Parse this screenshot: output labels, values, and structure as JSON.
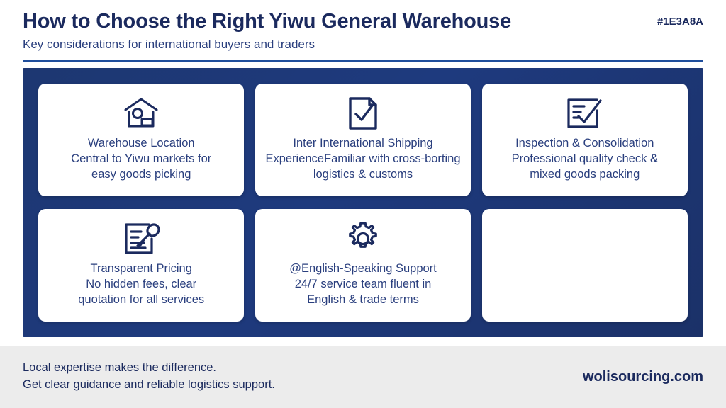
{
  "header": {
    "title": "How to Choose the Right Yiwu General Warehouse",
    "subtitle": "Key considerations for international buyers and traders",
    "color_code": "#1E3A8A",
    "rule_color": "#1F4E9C"
  },
  "theme": {
    "panel_blue": "#1E3A7E",
    "text_navy": "#1B2A5E",
    "card_text": "#2A3F7E",
    "footer_bg": "#ECECEC",
    "card_bg": "#FFFFFF"
  },
  "cards": [
    {
      "icon": "house-icon",
      "lines": [
        "Warehouse Location",
        "Central to Yiwu markets for",
        "easy goods picking"
      ]
    },
    {
      "icon": "document-check-icon",
      "lines": [
        "Inter International Shipping",
        "ExperienceFamiliar with cross-borting",
        "logistics & customs"
      ]
    },
    {
      "icon": "checklist-icon",
      "lines": [
        "Inspection & Consolidation",
        "Professional quality check &",
        "mixed goods packing"
      ]
    },
    {
      "icon": "document-pen-icon",
      "lines": [
        "Transparent Pricing",
        "No hidden fees, clear",
        "quotation for all services"
      ]
    },
    {
      "icon": "gear-icon",
      "lines": [
        "@English-Speaking Support",
        "24/7 service team fluent in",
        "English & trade terms"
      ]
    },
    {
      "icon": "",
      "lines": []
    }
  ],
  "footer": {
    "line1": "Local expertise makes the difference.",
    "line2": "Get clear guidance and reliable logistics support.",
    "website": "wolisourcing.com"
  }
}
